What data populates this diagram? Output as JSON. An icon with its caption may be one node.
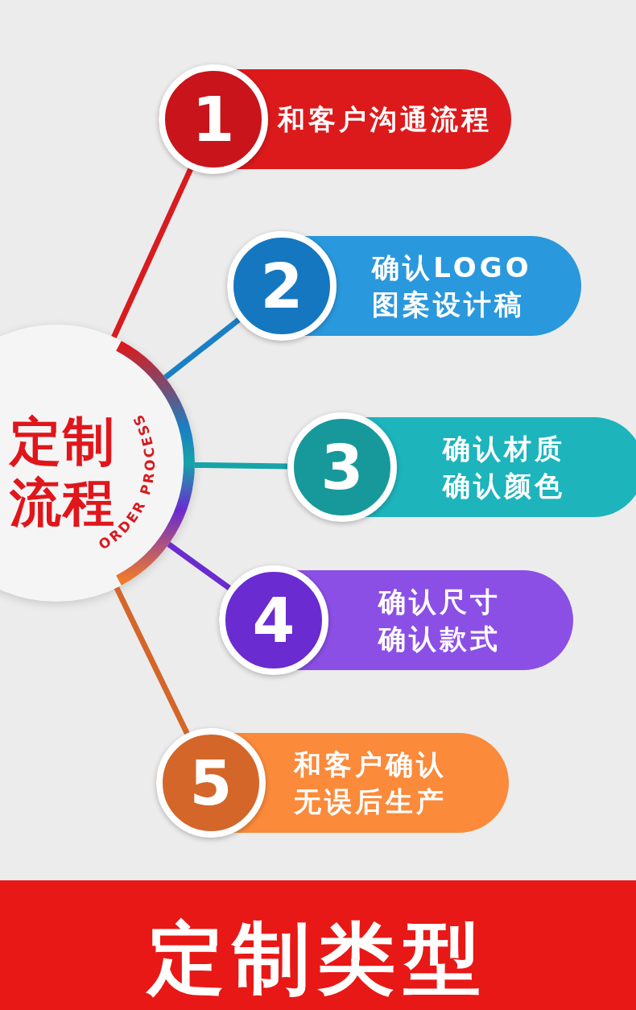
{
  "diagram": {
    "nodes": [
      {
        "text": [
          "定制流程",
          "ORDER PROCESS"
        ]
      },
      {
        "text": [
          "1",
          "和客户沟通流程"
        ]
      },
      {
        "text": [
          "2",
          "确认LOGO图案设计稿"
        ]
      },
      {
        "text": [
          "3",
          "确认材质确认颜色"
        ]
      },
      {
        "text": [
          "4",
          "确认尺寸确认款式"
        ]
      },
      {
        "text": [
          "5",
          "和客户确认无误后生产"
        ]
      },
      {
        "text": [
          "定制类型"
        ]
      }
    ],
    "edges": [
      {
        "from": 0,
        "to": 1,
        "arrow": "none",
        "color": "#d81b1f"
      },
      {
        "from": 0,
        "to": 2,
        "arrow": "none",
        "color": "#1a7fc4"
      },
      {
        "from": 0,
        "to": 3,
        "arrow": "none",
        "color": "#17a3a8"
      },
      {
        "from": 0,
        "to": 4,
        "arrow": "none",
        "color": "#6a2bd0"
      },
      {
        "from": 0,
        "to": 5,
        "arrow": "none",
        "color": "#d4662a"
      }
    ]
  }
}
